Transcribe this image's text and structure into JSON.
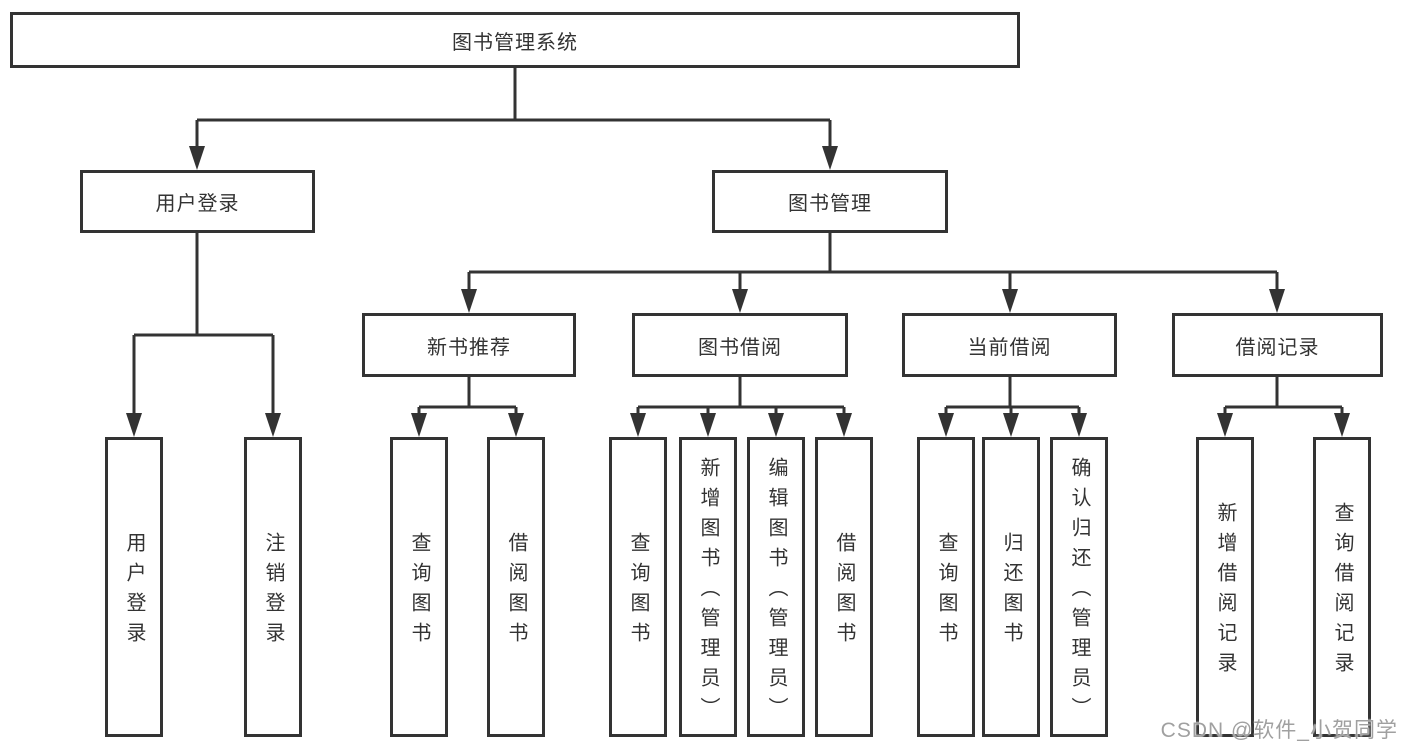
{
  "tree": {
    "root": {
      "label": "图书管理系统",
      "children": [
        {
          "label": "用户登录",
          "children": [
            {
              "label": "用户登录"
            },
            {
              "label": "注销登录"
            }
          ]
        },
        {
          "label": "图书管理",
          "children": [
            {
              "label": "新书推荐",
              "children": [
                {
                  "label": "查询图书"
                },
                {
                  "label": "借阅图书"
                }
              ]
            },
            {
              "label": "图书借阅",
              "children": [
                {
                  "label": "查询图书"
                },
                {
                  "label": "新增图书（管理员）"
                },
                {
                  "label": "编辑图书（管理员）"
                },
                {
                  "label": "借阅图书"
                }
              ]
            },
            {
              "label": "当前借阅",
              "children": [
                {
                  "label": "查询图书"
                },
                {
                  "label": "归还图书"
                },
                {
                  "label": "确认归还（管理员）"
                }
              ]
            },
            {
              "label": "借阅记录",
              "children": [
                {
                  "label": "新增借阅记录"
                },
                {
                  "label": "查询借阅记录"
                }
              ]
            }
          ]
        }
      ]
    }
  },
  "watermark": {
    "text": "CSDN @软件_小贺同学"
  },
  "colors": {
    "line": "#333333",
    "box_border": "#333333",
    "text": "#333333",
    "watermark": "#969696",
    "background": "#ffffff"
  }
}
